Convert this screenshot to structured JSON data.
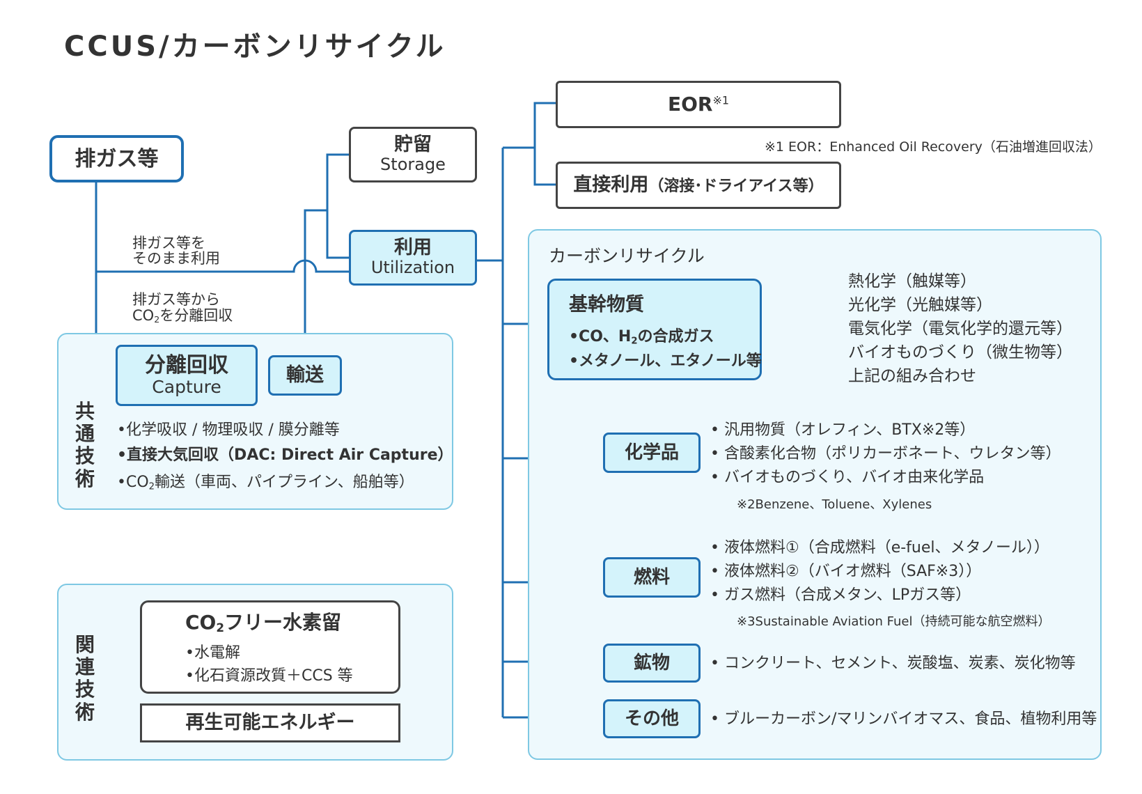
{
  "title": "CCUS/カーボンリサイクル",
  "source": {
    "label": "排ガス等"
  },
  "routes": {
    "direct_1": "排ガス等を",
    "direct_2": "そのまま利用",
    "separate_1": "排ガス等から",
    "separate_2_pre": "CO",
    "separate_2_sub": "2",
    "separate_2_post": "を分離回収"
  },
  "storage": {
    "jp": "貯留",
    "en": "Storage"
  },
  "utilization": {
    "jp": "利用",
    "en": "Utilization"
  },
  "common_tech": {
    "label": "共通技術",
    "capture_jp": "分離回収",
    "capture_en": "Capture",
    "transport": "輸送",
    "item1": "•化学吸収 / 物理吸収 / 膜分離等",
    "item2": "•直接大気回収（DAC: Direct Air Capture）",
    "item3_pre": "•CO",
    "item3_sub": "2",
    "item3_post": "輸送（車両、パイプライン、船舶等）"
  },
  "related_tech": {
    "label": "関連技術",
    "h2_pre": "CO",
    "h2_sub": "2",
    "h2_post": "フリー水素留",
    "h2_item1": "•水電解",
    "h2_item2": "•化石資源改質＋CCS 等",
    "renewable": "再生可能エネルギー"
  },
  "eor": {
    "label": "EOR",
    "mark": "※1"
  },
  "eor_note": "※1 EOR：Enhanced Oil Recovery（石油増進回収法）",
  "direct_use": {
    "label": "直接利用",
    "detail": "（溶接･ドライアイス等）"
  },
  "carbon_recycle": {
    "label": "カーボンリサイクル",
    "base": {
      "title": "基幹物質",
      "item1_pre": "•CO、H",
      "item1_sub": "2",
      "item1_post": "の合成ガス",
      "item2": "•メタノール、エタノール等"
    },
    "base_methods": [
      "熱化学（触媒等）",
      "光化学（光触媒等）",
      "電気化学（電気化学的還元等）",
      "バイオものづくり（微生物等）",
      "上記の組み合わせ"
    ],
    "chemicals": {
      "label": "化学品",
      "items": [
        "• 汎用物質（オレフィン、BTX※2等）",
        "• 含酸素化合物（ポリカーボネート、ウレタン等）",
        "• バイオものづくり、バイオ由来化学品"
      ],
      "note": "※2Benzene、Toluene、Xylenes"
    },
    "fuels": {
      "label": "燃料",
      "items": [
        "• 液体燃料①（合成燃料（e-fuel、メタノール））",
        "• 液体燃料②（バイオ燃料（SAF※3））",
        "• ガス燃料（合成メタン、LPガス等）"
      ],
      "note": "※3Sustainable Aviation Fuel（持続可能な航空燃料）"
    },
    "minerals": {
      "label": "鉱物",
      "item": "• コンクリート、セメント、炭酸塩、炭素、炭化物等"
    },
    "others": {
      "label": "その他",
      "item": "• ブルーカーボン/マリンバイオマス、食品、植物利用等"
    }
  },
  "colors": {
    "line": "#1f6fb2",
    "fill": "#d4f3fb",
    "panel": "#eef9fd",
    "panel_border": "#7ec8e3",
    "text": "#333333"
  }
}
